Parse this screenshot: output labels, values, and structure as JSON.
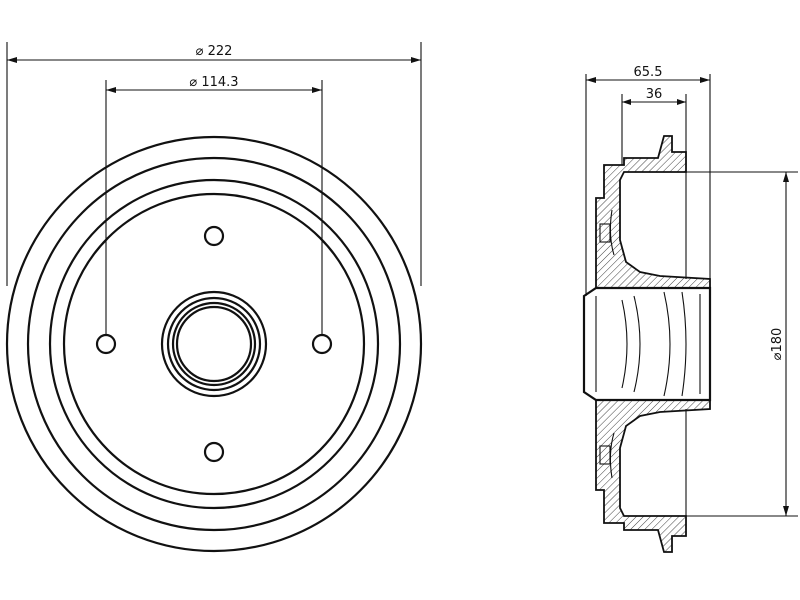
{
  "front_view": {
    "outer_diameter_label": "⌀ 222",
    "bolt_circle_label": "⌀ 114.3"
  },
  "side_view": {
    "overall_width_label": "65.5",
    "hub_depth_label": "36",
    "inner_diameter_label": "⌀180"
  },
  "colors": {
    "line": "#111111",
    "background": "#ffffff"
  }
}
